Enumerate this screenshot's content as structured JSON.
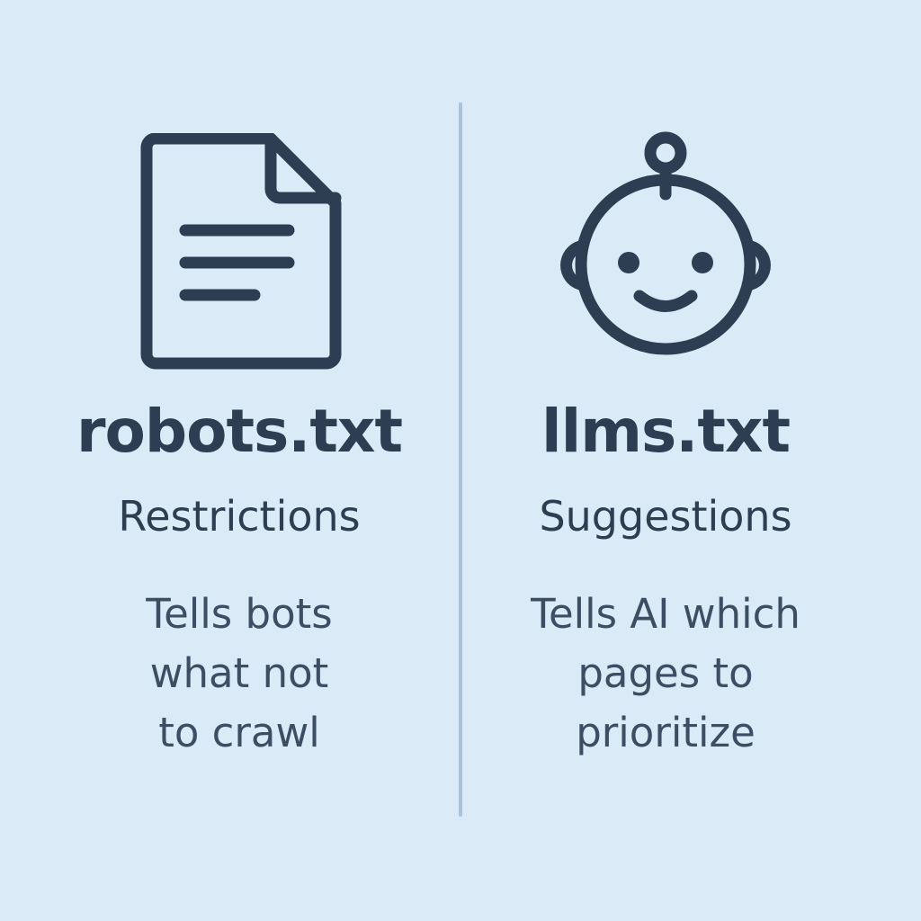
{
  "colors": {
    "background": "#dbeaf7",
    "ink": "#2d3e52",
    "divider": "#a9c3da"
  },
  "left": {
    "icon": "document-icon",
    "title": "robots.txt",
    "subtitle": "Restrictions",
    "description_lines": [
      "Tells bots",
      "what not",
      "to crawl"
    ]
  },
  "right": {
    "icon": "robot-head-icon",
    "title": "llms.txt",
    "subtitle": "Suggestions",
    "description_lines": [
      "Tells AI which",
      "pages to",
      "prioritize"
    ]
  }
}
